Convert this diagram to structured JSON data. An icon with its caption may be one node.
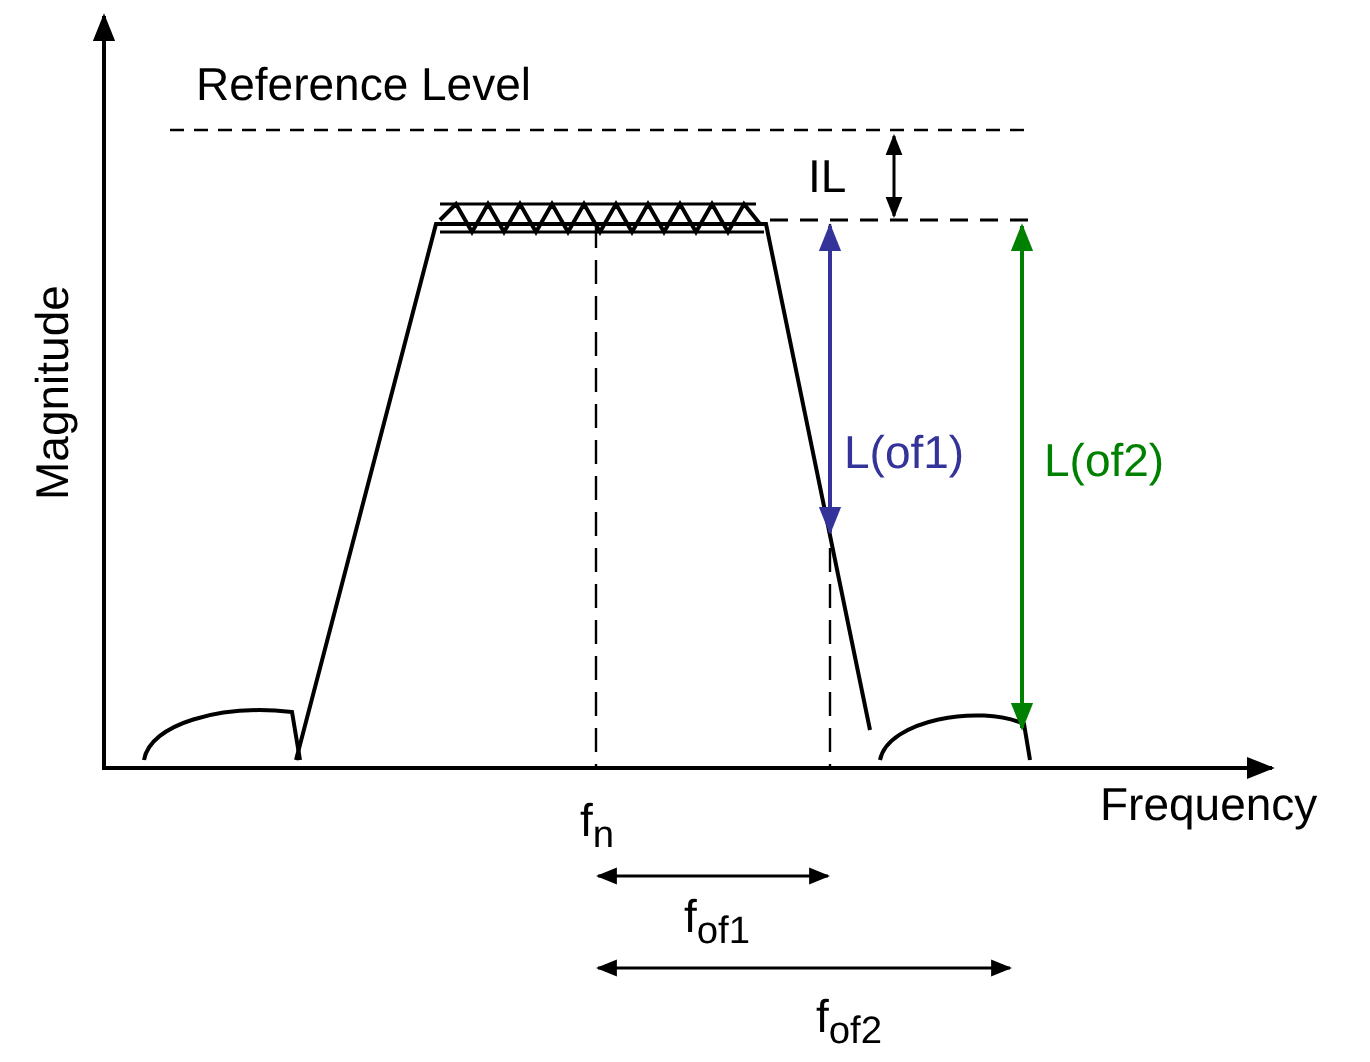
{
  "diagram": {
    "labels": [
      "Reference Level",
      "IL",
      "Magnitude",
      "Frequency",
      "f$_{n}$",
      "L(of1)",
      "L(of2)",
      "f$_{of1}$",
      "f$_{of2}$"
    ]
  }
}
